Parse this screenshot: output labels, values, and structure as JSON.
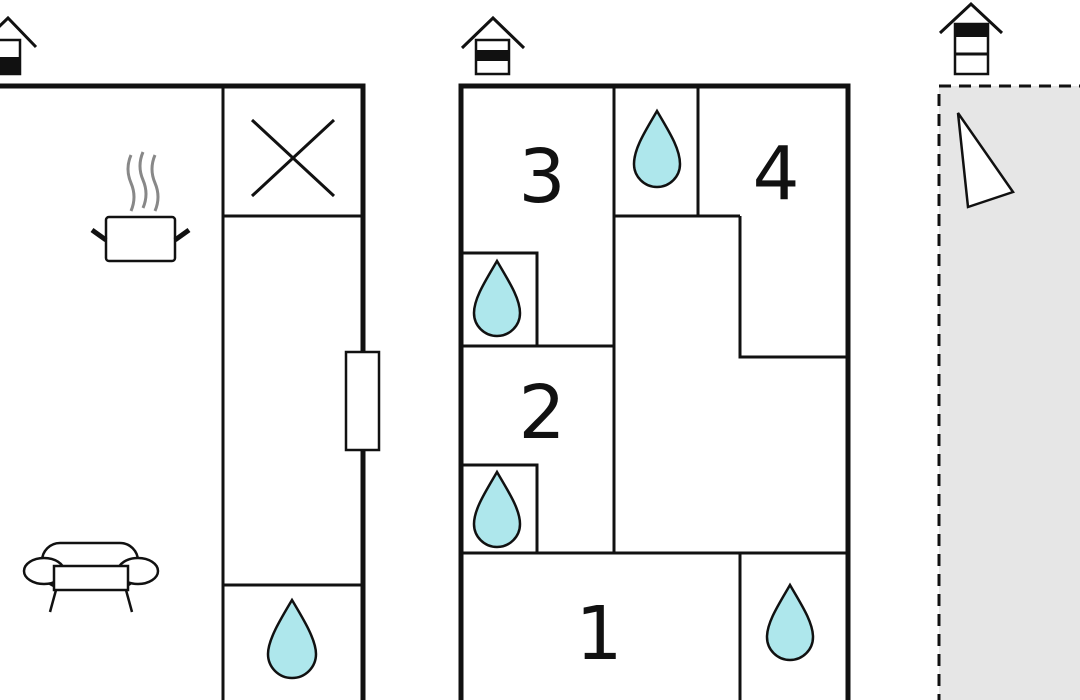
{
  "plan": {
    "levels": [
      {
        "level_icon": "house-ground-floor-icon"
      },
      {
        "level_icon": "house-first-floor-icon"
      },
      {
        "level_icon": "house-top-floor-icon"
      }
    ],
    "room_labels": [
      "1",
      "2",
      "3",
      "4"
    ],
    "colors": {
      "water": "#aee7ec",
      "outdoor": "#e6e6e6",
      "wall": "#111111"
    }
  }
}
